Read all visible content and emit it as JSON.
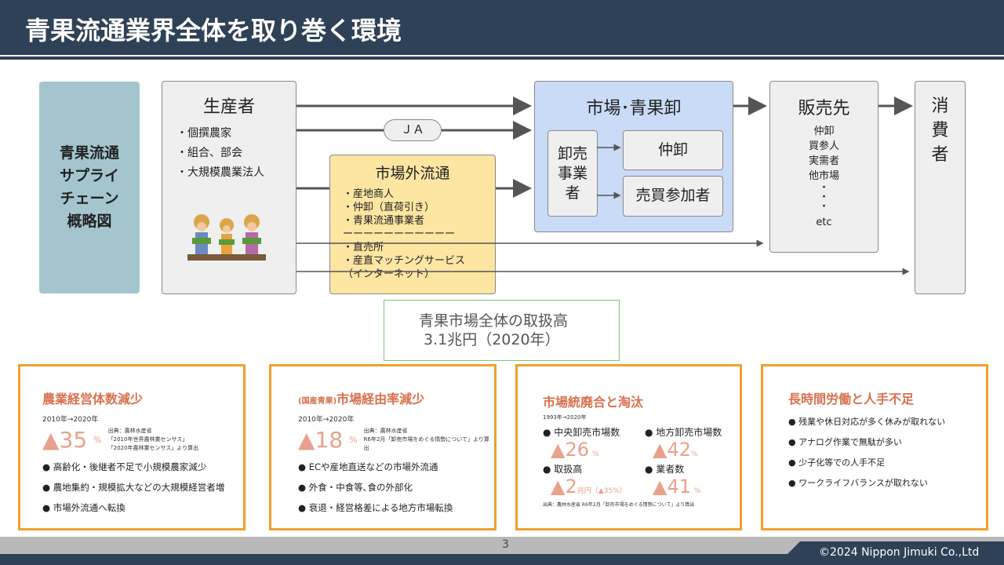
{
  "title": "青果流通業界全体を取り巻く環境",
  "side_label": "青果流通\nサプライ\nチェーン\n概略図",
  "producer": {
    "title": "生産者",
    "items": [
      "・個撰農家",
      "・組合、部会",
      "・大規模農業法人"
    ]
  },
  "ja": "ＪＡ",
  "offmarket": {
    "title": "市場外流通",
    "items": [
      "・産地商人",
      "・仲卸（直荷引き）",
      "・青果流通事業者",
      "ーーーーーーーーーーー",
      "・直売所",
      "・産直マッチングサービス",
      "（インターネット）"
    ]
  },
  "market": {
    "title": "市場･青果卸",
    "wholesaler": "卸売\n事業\n者",
    "intermediate": "仲卸",
    "participants": "売買参加者"
  },
  "sales": {
    "title": "販売先",
    "items": [
      "仲卸",
      "買参人",
      "実需者",
      "他市場",
      "・",
      "・",
      "・",
      "etc"
    ]
  },
  "consumer": "消\n費\n者",
  "volume": {
    "line1": "青果市場全体の取扱高",
    "line2": "3.1兆円（2020年）"
  },
  "cards": [
    {
      "title": "農業経営体数減少",
      "period": "2010年→2020年",
      "value": "▲35",
      "unit": "%",
      "source": [
        "出典：農林水産省",
        "「2010年世界農林業センサス」",
        "「2020年農林業センサス」より算出"
      ],
      "bullets": [
        "● 高齢化・後継者不足で小規模農家減少",
        "● 農地集約・規模拡大などの大規模経営者増",
        "● 市場外流通へ転換"
      ]
    },
    {
      "prefix": "(国産青果)",
      "title": "市場経由率減少",
      "period": "2010年→2020年",
      "value": "▲18",
      "unit": "%",
      "source": [
        "出典：農林水産省",
        "R6年2月「卸売市場をめぐる情勢について」より算出"
      ],
      "bullets": [
        "● ECや産地直送などの市場外流通",
        "● 外食・中食等､食の外部化",
        "● 衰退・経営格差による地方市場転換"
      ]
    },
    {
      "title": "市場統廃合と淘汰",
      "period": "1993年→2020年",
      "stats": [
        {
          "label": "● 中央卸売市場数",
          "value": "▲26",
          "unit": "%"
        },
        {
          "label": "● 地方卸売市場数",
          "value": "▲42",
          "unit": "%"
        },
        {
          "label": "● 取扱高",
          "value": "▲2",
          "unit": "兆円（▲35%）"
        },
        {
          "label": "● 業者数",
          "value": "▲41",
          "unit": "%"
        }
      ],
      "source": "出典：農林水産省 R6年2月「卸売市場をめぐる情勢について」より算出"
    },
    {
      "title": "長時間労働と人手不足",
      "bullets": [
        "● 残業や休日対応が多く休みが取れない",
        "● アナログ作業で無駄が多い",
        "● 少子化等での人手不足",
        "● ワークライフバランスが取れない"
      ]
    }
  ],
  "page_number": "3",
  "copyright": "©2024 Nippon Jimuki Co.,Ltd"
}
